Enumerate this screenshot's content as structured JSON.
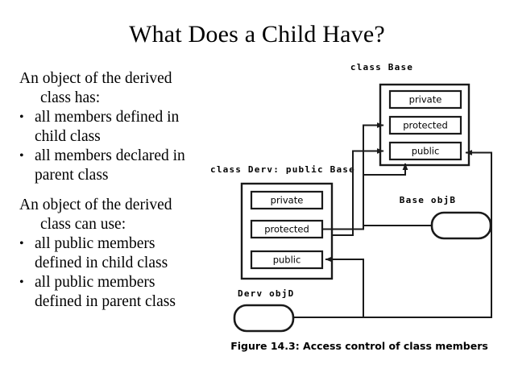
{
  "slide": {
    "title": "What Does a Child Have?",
    "bullet_glyph": "•",
    "blocks": [
      {
        "type": "paragraph",
        "line1": "An object of the derived",
        "line2": "class has:"
      },
      {
        "type": "bullet",
        "line1": "all members defined",
        "line2": "in child class"
      },
      {
        "type": "bullet",
        "line1": "all members declared",
        "line2": "in parent class"
      },
      {
        "type": "paragraph",
        "line1": "An object of the derived",
        "line2": "class can use:"
      },
      {
        "type": "bullet",
        "line1": "all public members",
        "line2": "defined in child class"
      },
      {
        "type": "bullet",
        "line1": "all public members",
        "line2": "defined in parent",
        "line3": "class"
      }
    ]
  },
  "figure": {
    "caption": "Figure 14.3:   Access control of class members",
    "base_class_label": "class Base",
    "derv_class_label": "class Derv: public Base",
    "base_object_label": "Base objB",
    "derv_object_label": "Derv objD",
    "base_members": [
      "private",
      "protected",
      "public"
    ],
    "derv_members": [
      "private",
      "protected",
      "public"
    ],
    "line_color": "#1a1a1a",
    "fill_color": "#ffffff"
  }
}
